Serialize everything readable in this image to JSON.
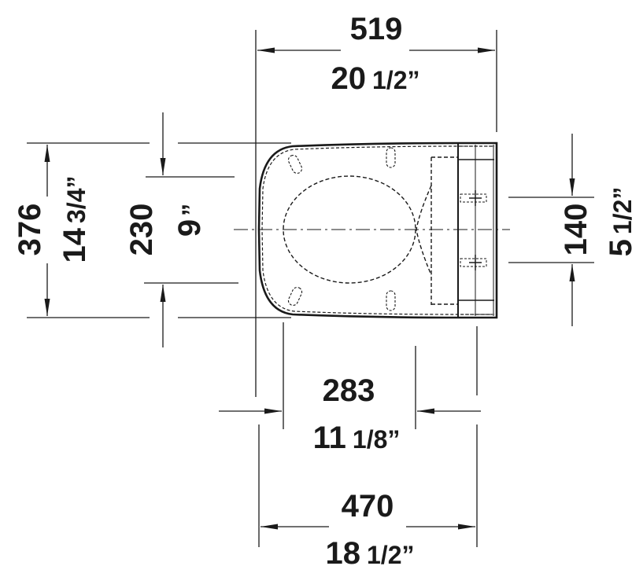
{
  "drawing": {
    "subject": "toilet seat top view",
    "line_color": "#1a1a1a",
    "background": "#ffffff"
  },
  "dimensions": {
    "overall_length": {
      "mm": "519",
      "inch_whole": "20",
      "inch_frac": "1/2”"
    },
    "overall_width": {
      "mm": "376",
      "inch_whole": "14",
      "inch_frac": "3/4”"
    },
    "inner_width": {
      "mm": "230",
      "inch_whole": "9",
      "inch_frac": "”"
    },
    "hinge_spacing": {
      "mm": "140",
      "inch_whole": "5",
      "inch_frac": "1/2”"
    },
    "fixing_offset": {
      "mm": "283",
      "inch_whole": "11",
      "inch_frac": "1/8”"
    },
    "seat_length": {
      "mm": "470",
      "inch_whole": "18",
      "inch_frac": "1/2”"
    }
  }
}
